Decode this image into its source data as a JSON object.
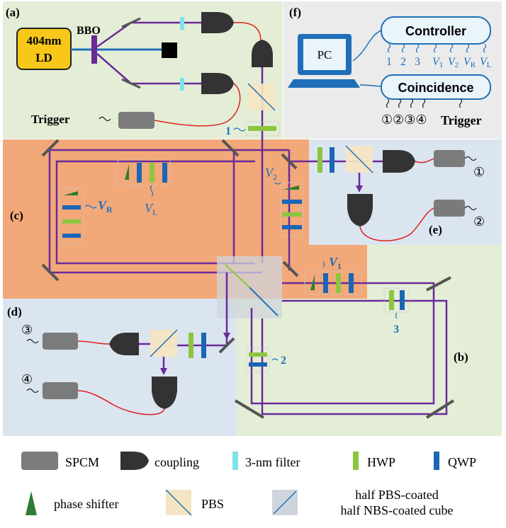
{
  "panels": {
    "a": "(a)",
    "b": "(b)",
    "c": "(c)",
    "d": "(d)",
    "e": "(e)",
    "f": "(f)"
  },
  "source": {
    "laser_line1": "404nm",
    "laser_line2": "LD",
    "crystal": "BBO",
    "trigger": "Trigger"
  },
  "plates": {
    "p1": "1",
    "p2": "2",
    "p3": "3"
  },
  "voltages": {
    "vr_main": "V",
    "vr_sub": "R",
    "vl_main": "V",
    "vl_sub": "L",
    "v1_main": "V",
    "v1_sub": "1",
    "v2_main": "V",
    "v2_sub": "2"
  },
  "detectors": {
    "d1": "①",
    "d2": "②",
    "d3": "③",
    "d4": "④"
  },
  "control": {
    "pc": "PC",
    "controller": "Controller",
    "coincidence": "Coincidence",
    "channels": [
      "1",
      "2",
      "3"
    ],
    "v_main": "V",
    "v_subs": [
      "1",
      "2",
      "R",
      "L"
    ],
    "coin_inputs": "①②③④",
    "coin_trigger": "Trigger"
  },
  "legend": {
    "spcm": "SPCM",
    "coupling": "coupling",
    "filter": "3-nm filter",
    "hwp": "HWP",
    "qwp": "QWP",
    "phase": "phase shifter",
    "pbs": "PBS",
    "cube_line1": "half PBS-coated",
    "cube_line2": "half NBS-coated cube"
  },
  "colors": {
    "beam": "#6a2a9a",
    "pump": "#1f6fb8",
    "fiber": "#e0201c",
    "hwp": "#8cc63f",
    "qwp": "#1b66b5",
    "filter": "#7fe3ea",
    "phase": "#2e7d32",
    "spcm": "#7b7b7b",
    "pbs_bg": "#f4e5c2",
    "panel_a_bg": "#e4eed7",
    "panel_c_bg": "#f2a878",
    "panel_d_bg": "#dae5f0",
    "panel_f_bg": "#ebebeb"
  }
}
